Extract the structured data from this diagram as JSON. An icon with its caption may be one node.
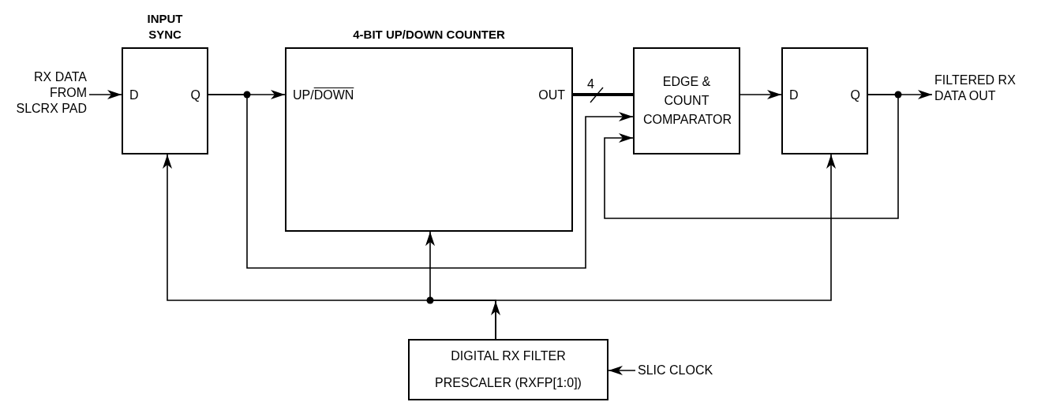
{
  "diagram": {
    "nodes": [
      {
        "text": [
          "INPUT SYNC",
          "D",
          "Q"
        ]
      },
      {
        "text": [
          "4-BIT UP/DOWN COUNTER",
          "UP/DOWN",
          "OUT"
        ]
      },
      {
        "text": [
          "EDGE & COUNT COMPARATOR"
        ]
      },
      {
        "text": [
          "D",
          "Q"
        ]
      },
      {
        "text": [
          "DIGITAL RX FILTER PRESCALER (RXFP[1:0])"
        ]
      },
      {
        "text": [
          "RX DATA FROM SLCRX PAD"
        ]
      },
      {
        "text": [
          "FILTERED RX DATA OUT"
        ]
      },
      {
        "text": [
          "SLIC CLOCK"
        ]
      }
    ],
    "edges": [
      {
        "from": 5,
        "to": 0,
        "arrow": "to"
      },
      {
        "from": 0,
        "to": 1,
        "arrow": "to"
      },
      {
        "from": 0,
        "to": 2,
        "arrow": "to"
      },
      {
        "from": 1,
        "to": 2,
        "arrow": "none",
        "label": "4",
        "style": "thick"
      },
      {
        "from": 2,
        "to": 3,
        "arrow": "to"
      },
      {
        "from": 3,
        "to": 6,
        "arrow": "to"
      },
      {
        "from": 3,
        "to": 2,
        "arrow": "to"
      },
      {
        "from": 4,
        "to": 0,
        "arrow": "to"
      },
      {
        "from": 4,
        "to": 1,
        "arrow": "to"
      },
      {
        "from": 4,
        "to": 3,
        "arrow": "to"
      },
      {
        "from": 7,
        "to": 4,
        "arrow": "to"
      }
    ]
  }
}
